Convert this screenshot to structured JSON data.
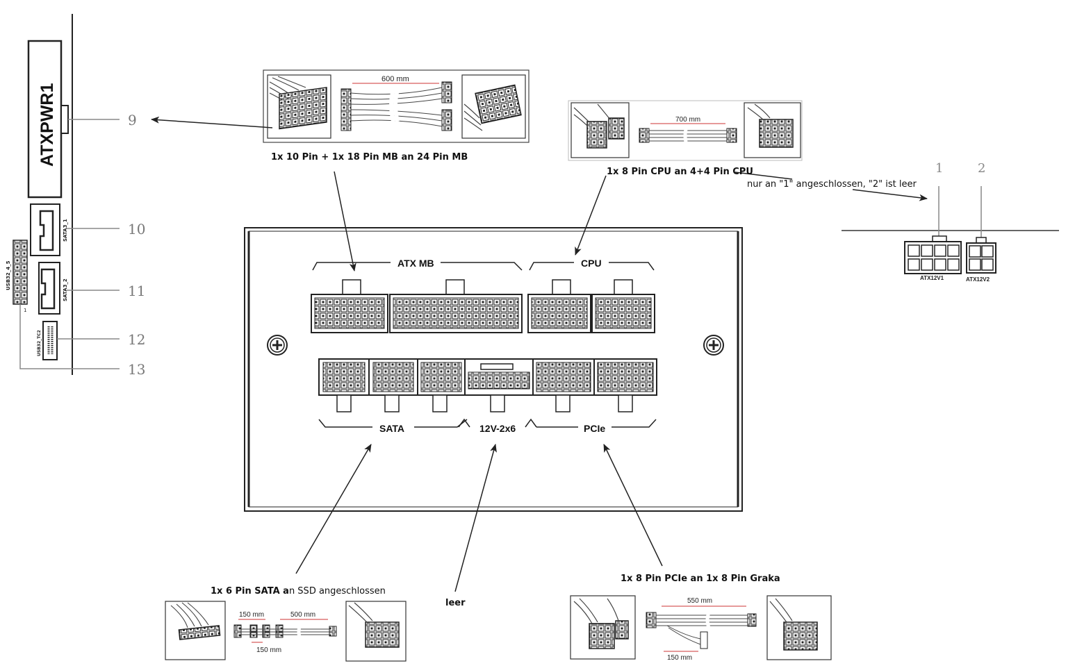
{
  "mainboard": {
    "header_label": "ATXPWR1",
    "sata1_label": "SATA3_1",
    "sata2_label": "SATA3_2",
    "usb_header_label": "USB32_4_5",
    "usb_pin1": "1",
    "usbc_label": "USB32_TC2",
    "callouts": [
      "9",
      "10",
      "11",
      "12",
      "13"
    ]
  },
  "cpu_header": {
    "callout_1": "1",
    "callout_2": "2",
    "atx12v1": "ATX12V1",
    "atx12v2": "ATX12V2"
  },
  "psu_panel": {
    "atx_mb": "ATX MB",
    "cpu": "CPU",
    "sata": "SATA",
    "twelve_v": "12V-2x6",
    "pcie": "PCIe"
  },
  "cables": {
    "mb_length": "600 mm",
    "cpu_length": "700 mm",
    "sata_len_a": "150 mm",
    "sata_len_b": "500 mm",
    "sata_len_c": "150 mm",
    "pcie_len_a": "550 mm",
    "pcie_len_b": "150 mm"
  },
  "annotations": {
    "mb": "1x 10 Pin + 1x 18 Pin MB an 24 Pin MB",
    "cpu": "1x 8 Pin CPU an 4+4 Pin CPU",
    "cpu_note": "nur an \"1\" angeschlossen, \"2\" ist leer",
    "sata_bold": "1x 6 Pin SATA a",
    "sata_rest": "n SSD angeschlossen",
    "empty": "leer",
    "pcie": "1x 8 Pin PCIe an 1x 8 Pin Graka"
  }
}
